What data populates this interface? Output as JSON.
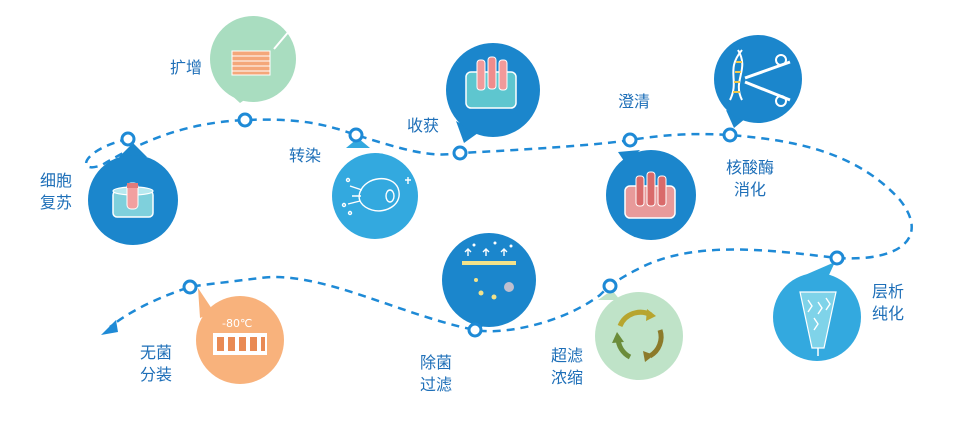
{
  "colors": {
    "path": "#1e8ad6",
    "label": "#1e6fb8",
    "bubble_blue": "#1b86cc",
    "bubble_cyan": "#33a9df",
    "bubble_green": "#a9ddc0",
    "bubble_orange": "#f8b27c",
    "bubble_lightgreen": "#bfe3c8"
  },
  "steps": [
    {
      "id": "cell_recovery",
      "label": "细胞复苏",
      "lines": [
        "细胞",
        "复苏"
      ],
      "icon": "vial-beaker-icon"
    },
    {
      "id": "amplification",
      "label": "扩增",
      "lines": [
        "扩增"
      ],
      "icon": "culture-plate-icon"
    },
    {
      "id": "transfection",
      "label": "转染",
      "lines": [
        "转染"
      ],
      "icon": "cell-transfection-icon"
    },
    {
      "id": "harvest",
      "label": "收获",
      "lines": [
        "收获"
      ],
      "icon": "tubes-beaker-icon"
    },
    {
      "id": "clarification",
      "label": "澄清",
      "lines": [
        "澄清"
      ],
      "icon": "tubes-beaker-icon"
    },
    {
      "id": "nuclease_digestion",
      "label": "核酸酶消化",
      "lines": [
        "核酸酶",
        "消化"
      ],
      "icon": "dna-scissors-icon"
    },
    {
      "id": "chromatography",
      "label": "层析纯化",
      "lines": [
        "层析",
        "纯化"
      ],
      "icon": "column-icon"
    },
    {
      "id": "ultrafiltration",
      "label": "超滤浓缩",
      "lines": [
        "超滤",
        "浓缩"
      ],
      "icon": "cycle-arrows-icon"
    },
    {
      "id": "sterile_filtration",
      "label": "除菌过滤",
      "lines": [
        "除菌",
        "过滤"
      ],
      "icon": "filter-membrane-icon"
    },
    {
      "id": "aseptic_filling",
      "label": "无菌分装",
      "lines": [
        "无菌",
        "分装"
      ],
      "icon": "freezer-vials-icon"
    }
  ],
  "freezer_temp": "-80℃"
}
